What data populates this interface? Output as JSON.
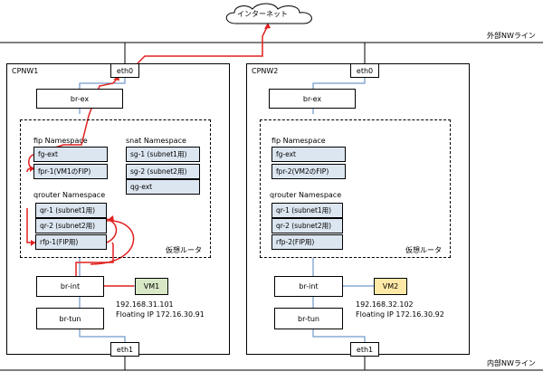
{
  "internet": {
    "label": "インターネット"
  },
  "external_net": {
    "label": "外部NWライン"
  },
  "internal_net": {
    "label": "内部NWライン"
  },
  "hosts": [
    {
      "name": "CPNW1",
      "eth0": "eth0",
      "br_ex": "br-ex",
      "fip_ns": {
        "title": "fip Namespace",
        "ifaces": [
          "fg-ext",
          "fpr-1(VM1のFIP)"
        ]
      },
      "snat_ns": {
        "title": "snat Namespace",
        "ifaces": [
          "sg-1 (subnet1用)",
          "sg-2 (subnet2用)",
          "qg-ext"
        ]
      },
      "qrouter_ns": {
        "title": "qrouter Namespace",
        "ifaces": [
          "qr-1 (subnet1用)",
          "qr-2 (subnet2用)",
          "rfp-1(FIP用)"
        ]
      },
      "vrouter_label": "仮想ルータ",
      "br_int": "br-int",
      "br_tun": "br-tun",
      "eth1": "eth1",
      "vm": {
        "label": "VM1",
        "ip": "192.168.31.101",
        "fip": "Floating IP 172.16.30.91",
        "color": "#d8e8c6"
      }
    },
    {
      "name": "CPNW2",
      "eth0": "eth0",
      "br_ex": "br-ex",
      "fip_ns": {
        "title": "fip Namespace",
        "ifaces": [
          "fg-ext",
          "fpr-2(VM2のFIP)"
        ]
      },
      "qrouter_ns": {
        "title": "qrouter Namespace",
        "ifaces": [
          "qr-1 (subnet1用)",
          "qr-2 (subnet2用)",
          "rfp-2(FIP用)"
        ]
      },
      "vrouter_label": "仮想ルータ",
      "br_int": "br-int",
      "br_tun": "br-tun",
      "eth1": "eth1",
      "vm": {
        "label": "VM2",
        "ip": "192.168.32.102",
        "fip": "Floating IP 172.16.30.92",
        "color": "#ffe9a6"
      }
    }
  ],
  "colors": {
    "path": "#e02020",
    "link": "#4f81bd",
    "iface_fill": "#dce6f1"
  }
}
